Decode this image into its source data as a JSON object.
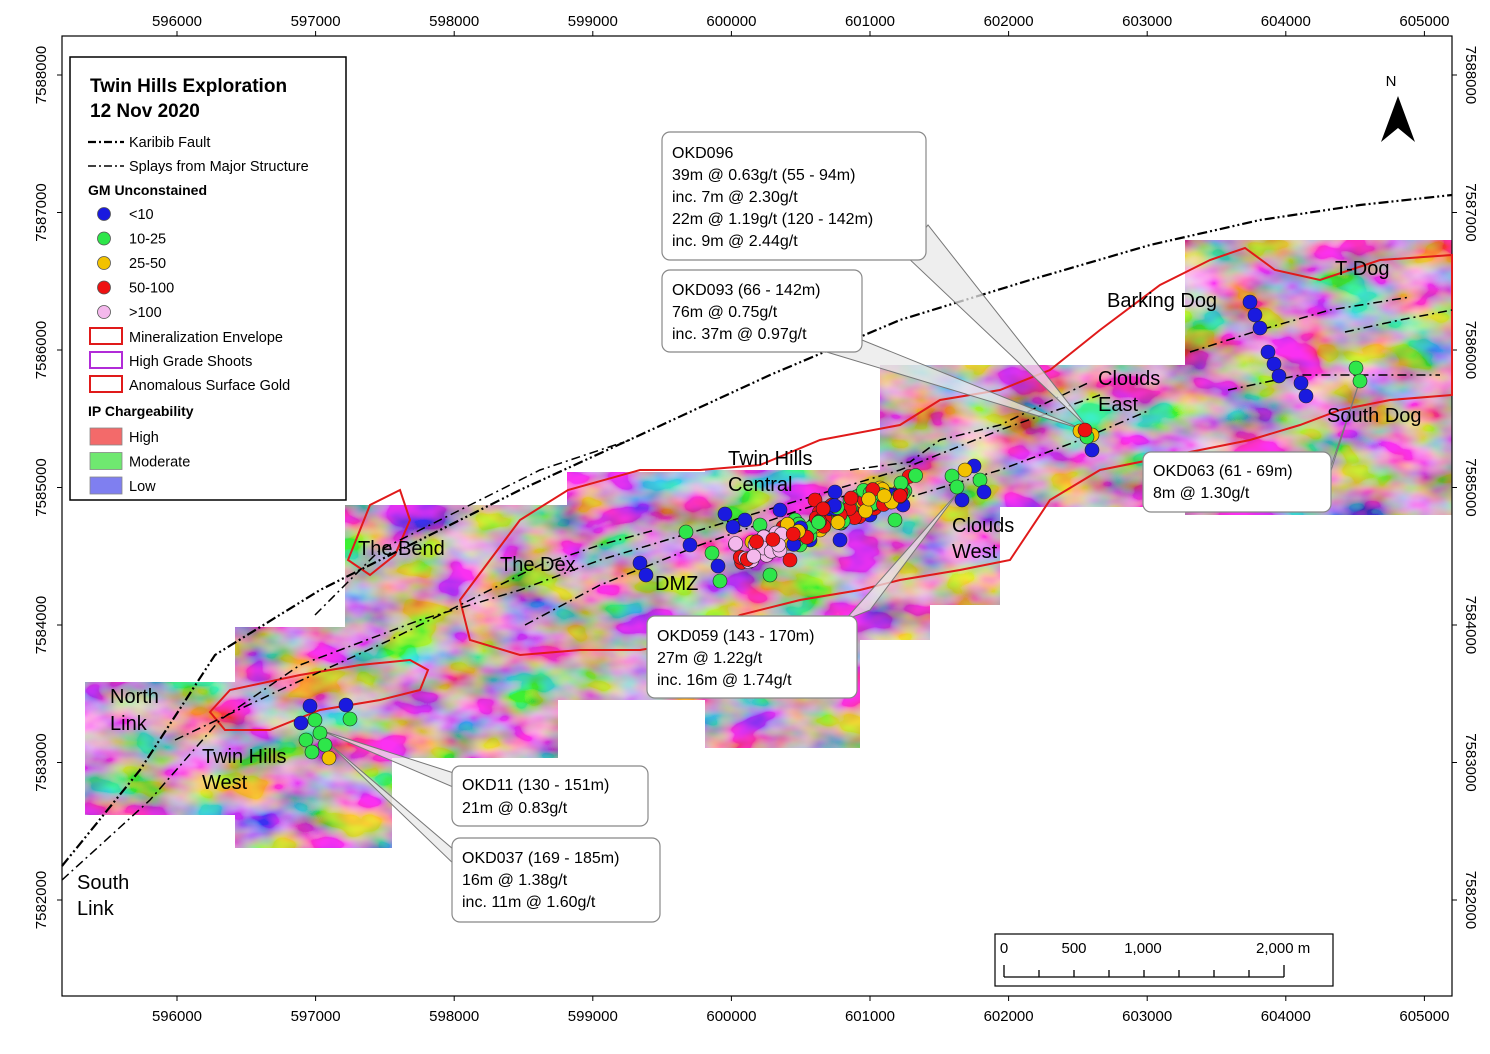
{
  "map": {
    "x_ticks": [
      "596000",
      "597000",
      "598000",
      "599000",
      "600000",
      "601000",
      "602000",
      "603000",
      "604000",
      "605000"
    ],
    "y_ticks": [
      "7588000",
      "7587000",
      "7586000",
      "7585000",
      "7584000",
      "7583000",
      "7582000"
    ]
  },
  "legend": {
    "title_line1": "Twin Hills Exploration",
    "title_line2": "12 Nov 2020",
    "karibib_fault": "Karibib Fault",
    "splays": "Splays from Major Structure",
    "gm_heading": "GM Unconstained",
    "gm_classes": [
      {
        "label": "<10",
        "color": "#1a1adf"
      },
      {
        "label": "10-25",
        "color": "#2ee64a"
      },
      {
        "label": "25-50",
        "color": "#f2c200"
      },
      {
        "label": "50-100",
        "color": "#ee1111"
      },
      {
        "label": ">100",
        "color": "#f4b8ec"
      }
    ],
    "mineralization": "Mineralization Envelope",
    "high_grade": "High Grade Shoots",
    "anomalous": "Anomalous Surface Gold",
    "ip_heading": "IP Chargeability",
    "ip_classes": [
      {
        "label": "High",
        "color": "#f36a6a"
      },
      {
        "label": "Moderate",
        "color": "#6fe870"
      },
      {
        "label": "Low",
        "color": "#7f7ff0"
      }
    ],
    "colors": {
      "envelope": "#e01a1a",
      "high_grade": "#b12bd8",
      "anomalous": "#e01a1a"
    }
  },
  "north_label": "N",
  "places": {
    "t_dog": "T-Dog",
    "barking_dog": "Barking Dog",
    "clouds_east_1": "Clouds",
    "clouds_east_2": "East",
    "south_dog": "South Dog",
    "twin_hills_central_1": "Twin Hills",
    "twin_hills_central_2": "Central",
    "clouds_west_1": "Clouds",
    "clouds_west_2": "West",
    "the_bend": "The Bend",
    "the_dex": "The Dex",
    "dmz": "DMZ",
    "north_link_1": "North",
    "north_link_2": "Link",
    "twin_hills_west_1": "Twin Hills",
    "twin_hills_west_2": "West",
    "south_link_1": "South",
    "south_link_2": "Link"
  },
  "callouts": {
    "okd096": [
      "OKD096",
      "39m @ 0.63g/t (55 - 94m)",
      "inc. 7m @ 2.30g/t",
      "22m @ 1.19g/t (120 - 142m)",
      "inc. 9m @ 2.44g/t"
    ],
    "okd093": [
      "OKD093 (66 - 142m)",
      "76m @ 0.75g/t",
      "inc. 37m @ 0.97g/t"
    ],
    "okd063": [
      "OKD063 (61 - 69m)",
      "8m @ 1.30g/t"
    ],
    "okd059": [
      "OKD059 (143 - 170m)",
      "27m @ 1.22g/t",
      "inc. 16m @ 1.74g/t"
    ],
    "okd11": [
      "OKD11 (130 - 151m)",
      "21m @ 0.83g/t"
    ],
    "okd037": [
      "OKD037 (169 - 185m)",
      "16m @ 1.38g/t",
      "inc. 11m @ 1.60g/t"
    ]
  },
  "scale_bar": {
    "labels": [
      "0",
      "500",
      "1,000",
      "2,000 m"
    ]
  }
}
